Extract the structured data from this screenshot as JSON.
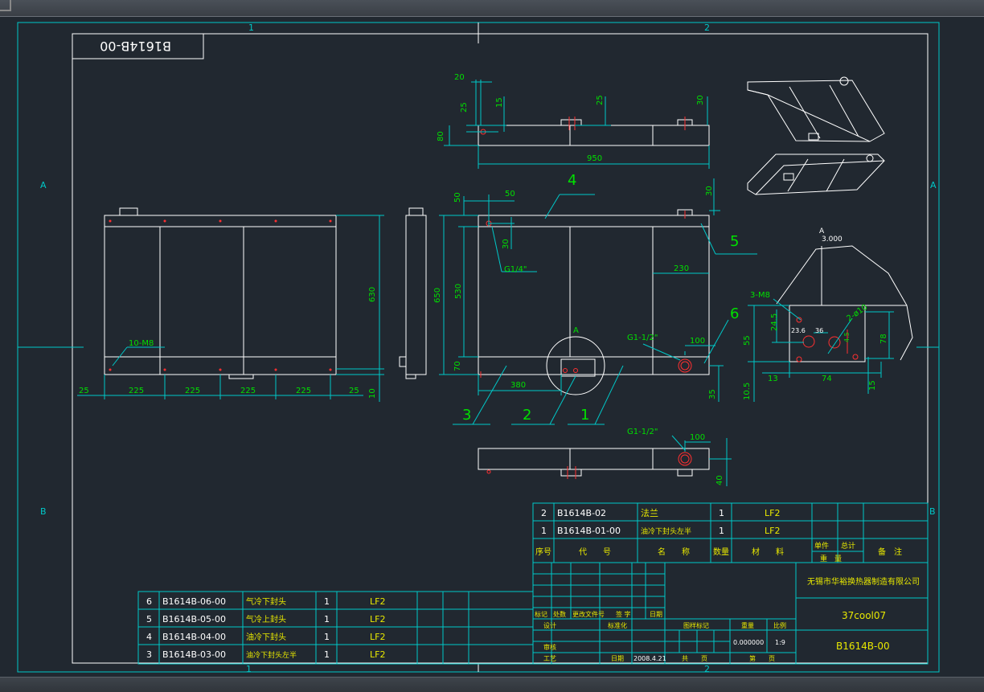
{
  "drawing_number": "B1614B-00",
  "zone_labels": {
    "top_1": "1",
    "top_2": "2",
    "bottom_1": "1",
    "bottom_2": "2",
    "left_A": "A",
    "left_B": "B",
    "right_A": "A",
    "right_B": "B"
  },
  "front_view": {
    "dims_bottom": [
      "25",
      "225",
      "225",
      "225",
      "225",
      "25"
    ],
    "dim_height": "630",
    "dim_small": "10",
    "hole_label": "10-M8"
  },
  "top_view": {
    "dims": [
      "20",
      "25",
      "15",
      "25",
      "30",
      "80",
      "950"
    ]
  },
  "side_view": {
    "dims": [
      "50",
      "50",
      "30",
      "30",
      "650",
      "530",
      "230",
      "70",
      "380",
      "100",
      "35"
    ],
    "labels": [
      "G1/4\"",
      "G1-1/2\""
    ],
    "callouts": [
      "4",
      "5",
      "6",
      "3",
      "2",
      "1"
    ],
    "detail_label": "A"
  },
  "bottom_view": {
    "labels": [
      "G1-1/2\"",
      "100",
      "40"
    ]
  },
  "detail_view": {
    "title": "A",
    "scale": "3.000",
    "labels": [
      "3-M8",
      "24.5",
      "23.6",
      "36",
      "2-ø10",
      "55",
      "78",
      "13",
      "74",
      "10.5",
      "15",
      "4.5"
    ]
  },
  "parts_table_right": {
    "rows": [
      {
        "no": "2",
        "code": "B1614B-02",
        "name": "法兰",
        "qty": "1",
        "material": "LF2"
      },
      {
        "no": "1",
        "code": "B1614B-01-00",
        "name": "油冷下封头左半",
        "qty": "1",
        "material": "LF2"
      }
    ],
    "header": {
      "no": "序号",
      "code": "代　　号",
      "name": "名　　称",
      "qty": "数量",
      "material": "材　　料",
      "unit_weight": "单件",
      "total_weight": "总计",
      "weight": "重　量",
      "remark": "备　注"
    }
  },
  "parts_table_left": {
    "rows": [
      {
        "no": "6",
        "code": "B1614B-06-00",
        "name": "气冷下封头",
        "qty": "1",
        "material": "LF2"
      },
      {
        "no": "5",
        "code": "B1614B-05-00",
        "name": "气冷上封头",
        "qty": "1",
        "material": "LF2"
      },
      {
        "no": "4",
        "code": "B1614B-04-00",
        "name": "油冷下封头",
        "qty": "1",
        "material": "LF2"
      },
      {
        "no": "3",
        "code": "B1614B-03-00",
        "name": "油冷下封头左半",
        "qty": "1",
        "material": "LF2"
      }
    ]
  },
  "title_block": {
    "company": "无锡市华裕换热器制造有限公司",
    "project": "37cool07",
    "drawing_no": "B1614B-00",
    "labels": {
      "mark": "标记",
      "count": "处数",
      "change_doc": "更改文件号",
      "sign": "签 字",
      "date": "日期",
      "design": "设计",
      "standardize": "标准化",
      "stage_mark": "图样标记",
      "weight": "重量",
      "scale": "比例",
      "review": "审核",
      "process": "工艺",
      "date2": "日期",
      "total": "共　　页",
      "sheet": "第　　页"
    },
    "weight_value": "0.000000",
    "scale_value": "1:9",
    "date_value": "2008.4.21"
  },
  "colors": {
    "background": "#212830",
    "frame": "#ffffff",
    "cyan": "#00c8c8",
    "green": "#00e000",
    "red": "#ff3030",
    "yellow": "#e8e800"
  }
}
